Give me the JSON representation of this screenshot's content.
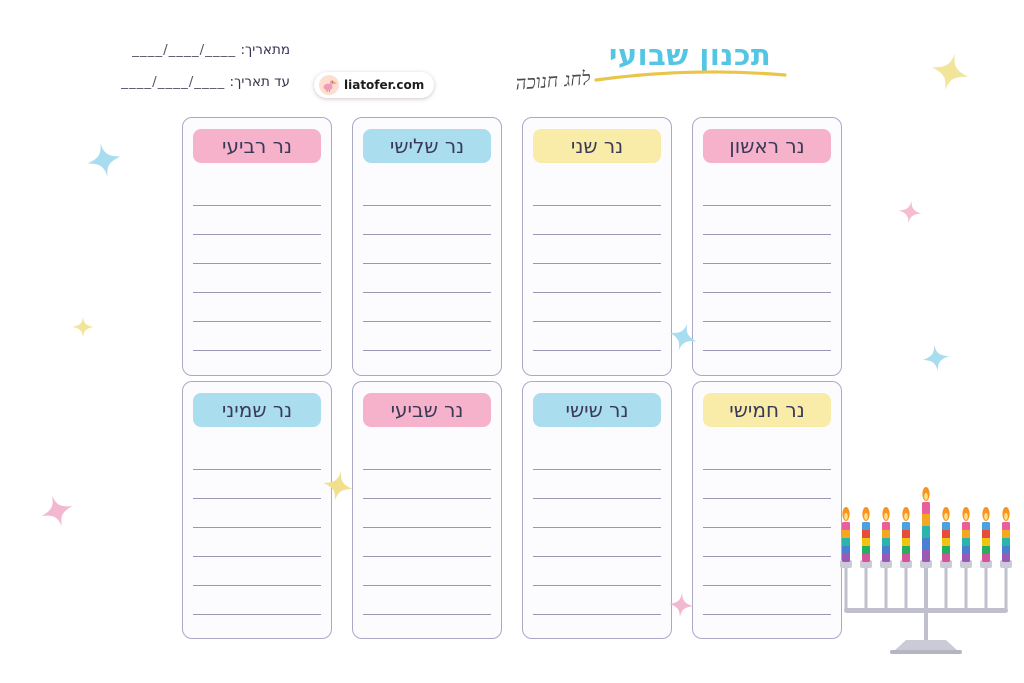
{
  "header": {
    "title": "תכנון שבועי",
    "subtitle": "לחג חנוכה",
    "from_label": "מתאריך:",
    "from_value": "____/____/____",
    "to_label": "עד תאריך:",
    "to_value": "____/____/____",
    "logo_text": "liatofer.com"
  },
  "cards": [
    {
      "label": "נר רביעי",
      "color": "pink"
    },
    {
      "label": "נר שלישי",
      "color": "blue"
    },
    {
      "label": "נר שני",
      "color": "yellow"
    },
    {
      "label": "נר ראשון",
      "color": "pink"
    },
    {
      "label": "נר שמיני",
      "color": "blue"
    },
    {
      "label": "נר שביעי",
      "color": "pink"
    },
    {
      "label": "נר שישי",
      "color": "blue"
    },
    {
      "label": "נר חמישי",
      "color": "yellow"
    }
  ],
  "colors": {
    "title_accent": "#53c6e4",
    "underline_accent": "#e9c64a",
    "pill_pink": "#f5b2ca",
    "pill_blue": "#aadeef",
    "pill_yellow": "#f8eca8",
    "card_border": "#a9a9c6",
    "sparkle_pink": "#f3b7cf",
    "sparkle_blue": "#a8ddf0",
    "sparkle_yellow": "#f2e49a"
  },
  "icons": {
    "logo": "bird-icon",
    "decoration": "sparkle-icon",
    "bottom_right": "menorah-icon"
  }
}
